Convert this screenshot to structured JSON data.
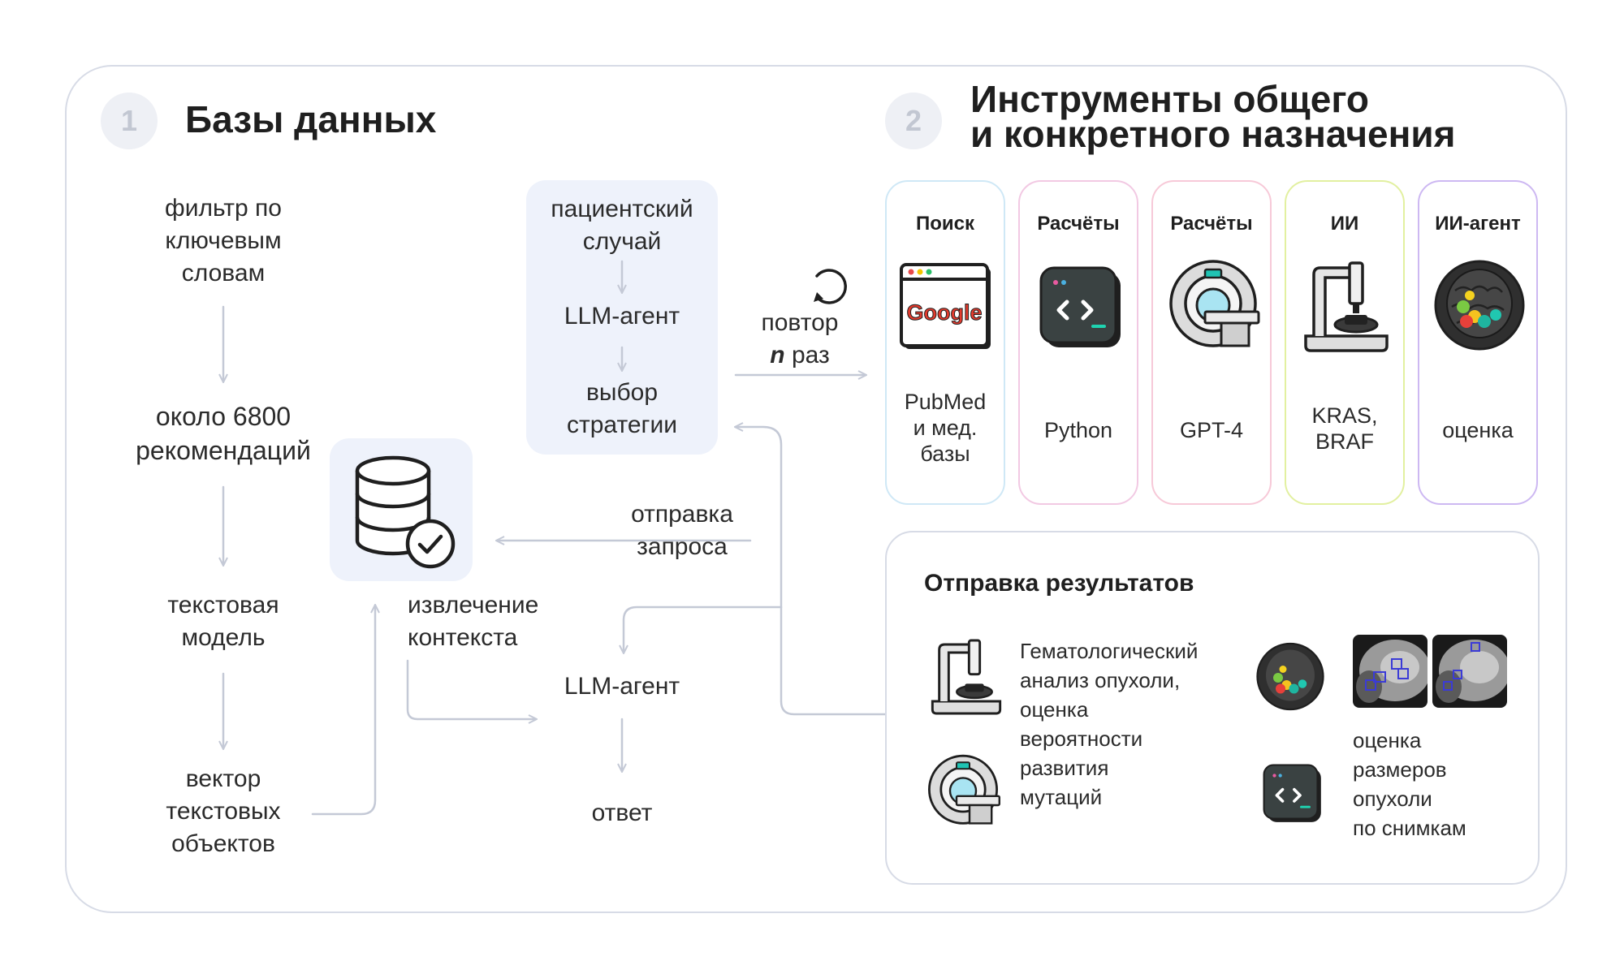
{
  "section1": {
    "number": "1",
    "title": "Базы данных"
  },
  "section2": {
    "number": "2",
    "title_line1": "Инструменты общего",
    "title_line2": "и конкретного назначения"
  },
  "pipeline": {
    "filter": [
      "фильтр по",
      "ключевым",
      "словам"
    ],
    "count": [
      "около 6800",
      "рекомендаций"
    ],
    "model": [
      "текстовая",
      "модель"
    ],
    "vector": [
      "вектор",
      "текстовых",
      "объектов"
    ]
  },
  "patient_box": {
    "case": [
      "пациентский",
      "случай"
    ],
    "agent": "LLM-агент",
    "strategy": [
      "выбор",
      "стратегии"
    ]
  },
  "repeat": {
    "word": "повтор",
    "n": "n",
    "times": "раз"
  },
  "request_label": "отправка запроса",
  "context_label": [
    "извлечение",
    "контекста"
  ],
  "llm_agent": "LLM-агент",
  "answer": "ответ",
  "tools": [
    {
      "title": "Поиск",
      "label": [
        "PubMed",
        "и мед.",
        "базы"
      ],
      "icon": "browser-google-icon",
      "border": "#cfe8f6"
    },
    {
      "title": "Расчёты",
      "label": [
        "Python"
      ],
      "icon": "code-terminal-icon",
      "border": "#f2c9e3"
    },
    {
      "title": "Расчёты",
      "label": [
        "GPT-4"
      ],
      "icon": "ct-scanner-icon",
      "border": "#f7c9d8"
    },
    {
      "title": "ИИ",
      "label": [
        "KRAS,",
        "BRAF"
      ],
      "icon": "microscope-icon",
      "border": "#e2f0a0"
    },
    {
      "title": "ИИ-агент",
      "label": [
        "оценка"
      ],
      "icon": "brain-scan-icon",
      "border": "#cdb8f2"
    }
  ],
  "google_text": "Google",
  "results": {
    "title": "Отправка результатов",
    "left_text": [
      "Гематологический",
      "анализ опухоли,",
      "оценка",
      "вероятности",
      "развития",
      "мутаций"
    ],
    "right_text": [
      "оценка",
      "размеров",
      "опухоли",
      "по снимкам"
    ]
  },
  "colors": {
    "arrow": "#c4c9d6",
    "box_bg": "#eef2fb",
    "frame": "#d7dbe6"
  }
}
